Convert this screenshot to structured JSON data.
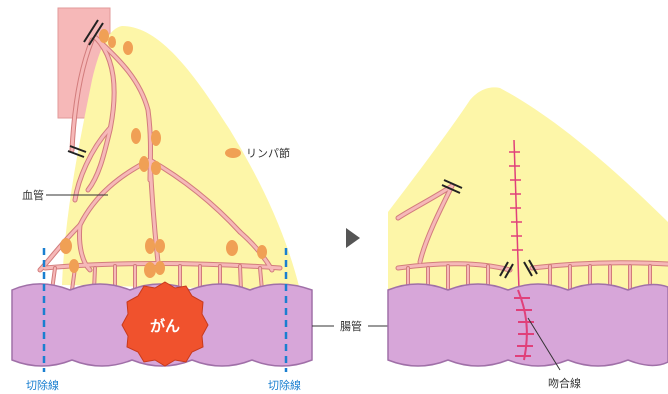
{
  "labels": {
    "lymph_node": "リンパ節",
    "blood_vessel": "血管",
    "cancer": "がん",
    "intestine": "腸管",
    "cut_line_left": "切除線",
    "cut_line_right": "切除線",
    "anastomosis_line": "吻合線"
  },
  "colors": {
    "mesentery": "#fdf6a8",
    "intestine": "#d7a6d9",
    "intestine_outline": "#a070a8",
    "vessel": "#f0a0a0",
    "vessel_outline": "#d27c7c",
    "vessel_top": "#f6b8b8",
    "lymph_node": "#f0a055",
    "cancer": "#f0522d",
    "cut_line": "#1a7fd0",
    "suture": "#e0407a",
    "arrow": "#555555"
  },
  "icons": {
    "arrow": "play-triangle-icon",
    "vessel_ligation": "double-slash-icon"
  }
}
